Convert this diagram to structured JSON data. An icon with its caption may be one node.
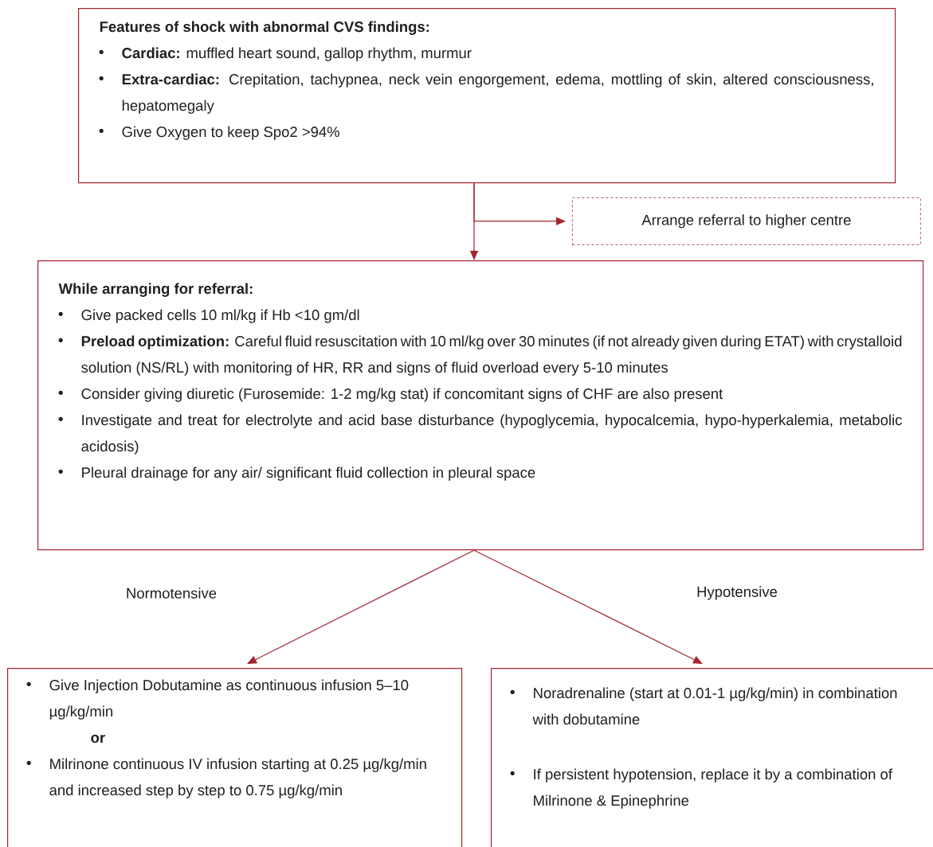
{
  "diagram": {
    "nodes": [
      {
        "text": [
          "Features of shock with abnormal CVS findings:",
          "**Cardiac:** muffled heart sound, gallop rhythm, murmur",
          "**Extra-cardiac:** Crepitation, tachypnea, neck vein engorgement, edema, mottling of skin, altered consciousness, hepatomegaly",
          "Give Oxygen to keep Spo2 >94%"
        ]
      },
      {
        "text": [
          "Arrange referral to higher centre"
        ]
      },
      {
        "text": [
          "While arranging for referral:",
          "Give packed cells 10 ml/kg if Hb <10 gm/dl",
          "**Preload optimization:** Careful fluid resuscitation with 10 ml/kg over 30 minutes (if not already given during ETAT) with crystalloid solution (NS/RL) with monitoring of HR, RR and signs of fluid overload every 5-10 minutes",
          "Consider giving diuretic (Furosemide: 1-2 mg/kg stat) if concomitant signs of CHF are also present",
          "Investigate and treat for electrolyte and acid base disturbance (hypoglycemia, hypocalcemia, hypo-hyperkalemia, metabolic acidosis)",
          "Pleural drainage for any air/ significant fluid collection in pleural space"
        ]
      },
      {
        "text": [
          "Give Injection Dobutamine as continuous infusion 5–10 µg/kg/min",
          "or",
          "Milrinone continuous IV infusion starting at 0.25 µg/kg/min and increased step by step to 0.75 µg/kg/min"
        ]
      },
      {
        "text": [
          "Noradrenaline (start at 0.01-1 µg/kg/min) in combination with dobutamine",
          "If persistent hypotension, replace it by a combination of Milrinone & Epinephrine"
        ]
      }
    ],
    "edges": [
      {
        "from": 0,
        "to": 2,
        "arrow": "to"
      },
      {
        "from": 0,
        "to": 1,
        "arrow": "to"
      },
      {
        "from": 2,
        "to": 3,
        "arrow": "to",
        "label": "Normotensive"
      },
      {
        "from": 2,
        "to": 4,
        "arrow": "to",
        "label": "Hypotensive"
      }
    ]
  }
}
